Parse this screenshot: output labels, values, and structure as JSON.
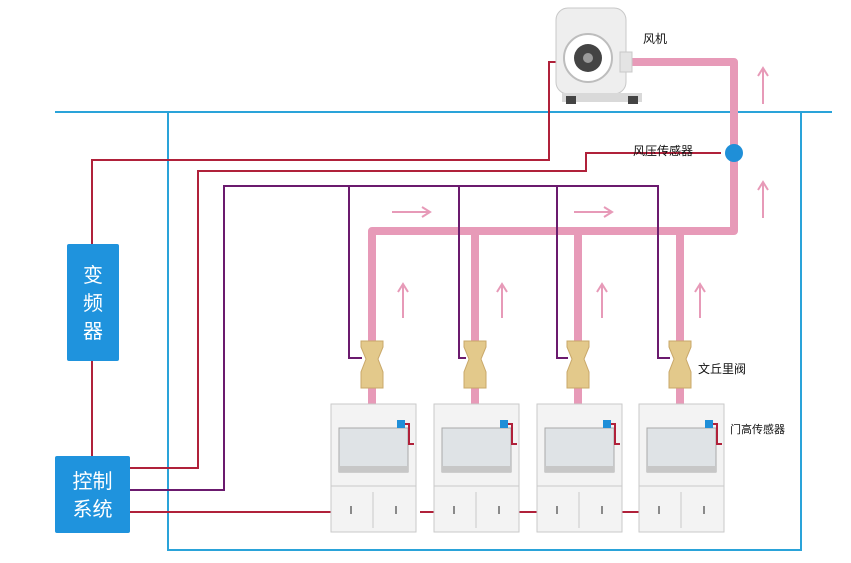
{
  "labels": {
    "fan": "风机",
    "pressure_sensor": "风压传感器",
    "venturi_valve": "文丘里阀",
    "door_sensor": "门高传感器"
  },
  "boxes": {
    "vfd_line1": "变",
    "vfd_line2": "频",
    "vfd_line3": "器",
    "control_line1": "控制",
    "control_line2": "系统"
  },
  "colors": {
    "duct": "#e79ab8",
    "boundary": "#2aa3d9",
    "red_wire": "#b0213a",
    "purple_wire": "#6b1a6e",
    "box": "#1f93dd",
    "sensor": "#1f8fd8",
    "valve": "#e3c98b",
    "cabinet": "#f2f2f2"
  }
}
